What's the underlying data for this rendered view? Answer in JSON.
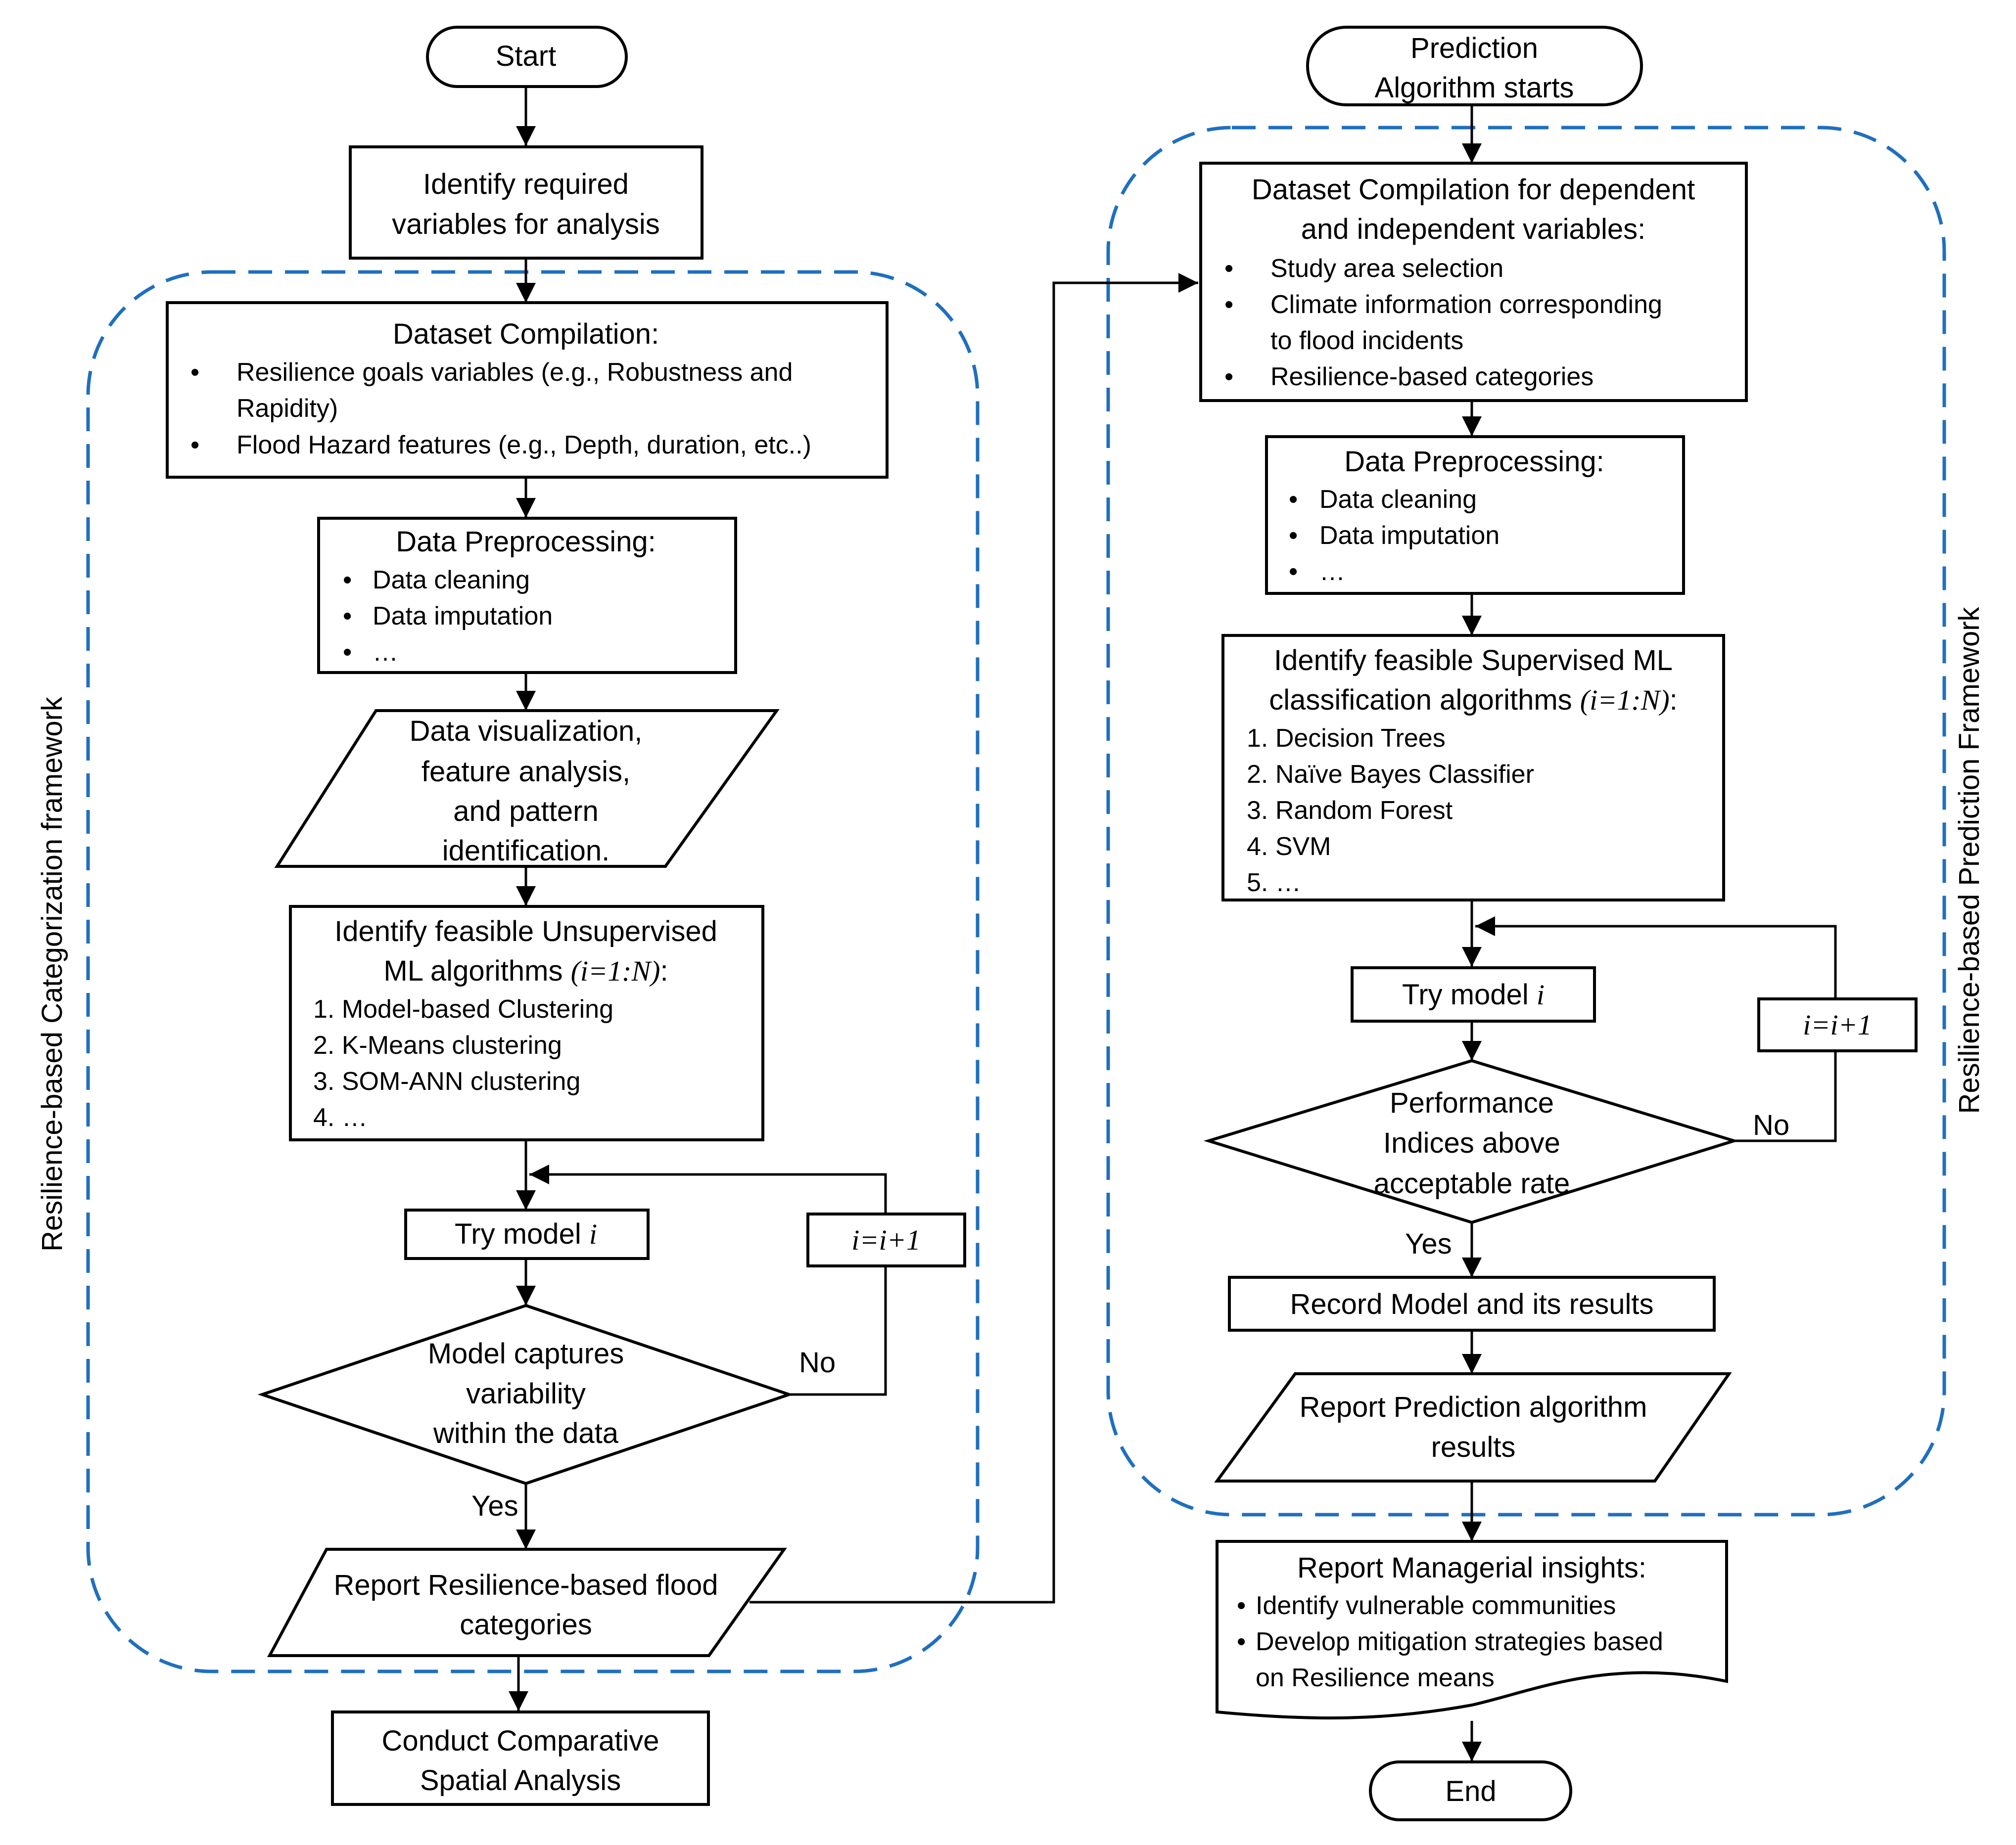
{
  "left": {
    "start": "Start",
    "identify": [
      "Identify required",
      "variables for analysis"
    ],
    "dataset": {
      "title": "Dataset Compilation:",
      "bullets": [
        [
          "Resilience goals variables (e.g., Robustness and",
          "Rapidity)"
        ],
        [
          "Flood Hazard features (e.g., Depth, duration, etc..)"
        ]
      ]
    },
    "preprocessing": {
      "title": "Data Preprocessing:",
      "bullets": [
        "Data cleaning",
        "Data imputation",
        "…"
      ]
    },
    "visualization": [
      "Data visualization,",
      "feature analysis,",
      "and pattern",
      "identification."
    ],
    "algorithms": {
      "title_1": "Identify feasible Unsupervised",
      "title_2": "ML algorithms ",
      "index": "(i=1:N)",
      "colon": ":",
      "items": [
        "1. Model-based Clustering",
        "2. K-Means clustering",
        "3. SOM-ANN clustering",
        "4. …"
      ]
    },
    "try_model": "Try model ",
    "try_model_var": "i",
    "increment": "i=i+1",
    "decision": [
      "Model captures",
      "variability",
      "within the data"
    ],
    "no": "No",
    "yes": "Yes",
    "report": [
      "Report Resilience-based flood",
      "categories"
    ],
    "comparative": [
      "Conduct Comparative",
      "Spatial Analysis"
    ],
    "frame_label": "Resilience-based Categorization framework"
  },
  "right": {
    "start": [
      "Prediction",
      "Algorithm starts"
    ],
    "dataset": {
      "title": [
        "Dataset Compilation for dependent",
        "and independent variables:"
      ],
      "bullets": [
        [
          "Study area selection"
        ],
        [
          "Climate information corresponding",
          "to flood incidents"
        ],
        [
          "Resilience-based categories"
        ]
      ]
    },
    "preprocessing": {
      "title": "Data Preprocessing:",
      "bullets": [
        "Data cleaning",
        "Data imputation",
        "…"
      ]
    },
    "algorithms": {
      "title_1": "Identify feasible Supervised ML",
      "title_2": "classification algorithms ",
      "index": "(i=1:N)",
      "colon": ":",
      "items": [
        "1. Decision Trees",
        "2. Naïve Bayes Classifier",
        "3. Random Forest",
        "4. SVM",
        "5.  …"
      ]
    },
    "try_model": "Try model ",
    "try_model_var": "i",
    "increment": "i=i+1",
    "decision": [
      "Performance",
      "Indices above",
      "acceptable rate"
    ],
    "no": "No",
    "yes": "Yes",
    "record": "Record Model and its results",
    "report": [
      "Report Prediction algorithm",
      "results"
    ],
    "insights": {
      "title": "Report Managerial insights:",
      "bullets": [
        [
          "Identify vulnerable communities"
        ],
        [
          "Develop mitigation strategies based",
          "on Resilience means"
        ]
      ]
    },
    "end": "End",
    "frame_label": "Resilience-based Prediction Framework"
  },
  "colors": {
    "stroke": "#000000",
    "frame": "#1f6fbf"
  }
}
